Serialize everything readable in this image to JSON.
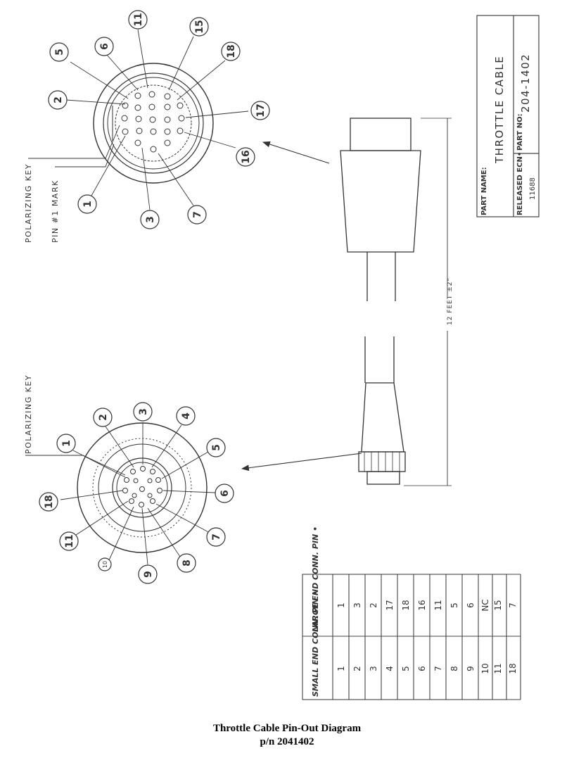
{
  "title_block": {
    "part_name_label": "PART NAME:",
    "part_name_value": "THROTTLE CABLE",
    "released_label": "RELEASED ECN•",
    "released_value": "11688",
    "part_no_label": "PART NO:",
    "part_no_value": "204-1402"
  },
  "large_connector": {
    "polarizing_key_label": "POLARIZING KEY",
    "pin1_mark_label": "PIN #1 MARK",
    "pins": [
      "11",
      "15",
      "6",
      "5",
      "18",
      "2",
      "17",
      "16",
      "1",
      "3",
      "7"
    ]
  },
  "small_connector": {
    "polarizing_key_label": "POLARIZING KEY",
    "pins": [
      "3",
      "2",
      "4",
      "1",
      "5",
      "18",
      "6",
      "11",
      "7",
      "10",
      "8",
      "9"
    ]
  },
  "cable": {
    "length_label": "12 FEET ±2\""
  },
  "pin_table": {
    "headers": [
      "SMALL END CONN. PIN •",
      "LARGE END CONN. PIN •"
    ],
    "rows": [
      [
        "1",
        "1"
      ],
      [
        "2",
        "3"
      ],
      [
        "3",
        "2"
      ],
      [
        "4",
        "17"
      ],
      [
        "5",
        "18"
      ],
      [
        "6",
        "16"
      ],
      [
        "7",
        "11"
      ],
      [
        "8",
        "5"
      ],
      [
        "9",
        "6"
      ],
      [
        "10",
        "NC"
      ],
      [
        "11",
        "15"
      ],
      [
        "18",
        "7"
      ]
    ]
  },
  "caption": {
    "line1": "Throttle Cable Pin-Out Diagram",
    "line2": "p/n 2041402"
  }
}
